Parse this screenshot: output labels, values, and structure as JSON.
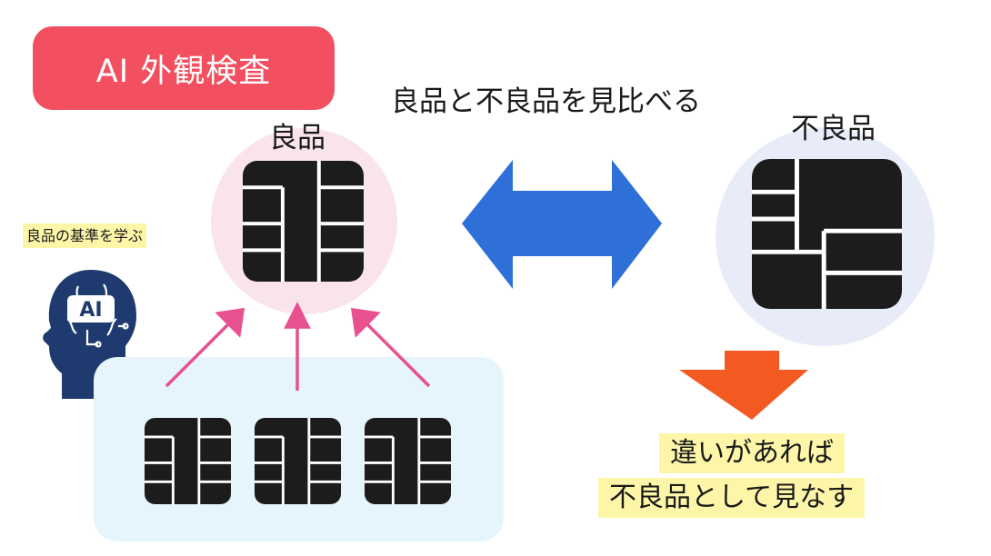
{
  "title": "AI 外観検査",
  "compare_caption": "良品と不良品を見比べる",
  "good_label": "良品",
  "bad_label": "不良品",
  "learn_note": "良品の基準を学ぶ",
  "ai_head_label": "AI",
  "conclusion": {
    "line1": "違いがあれば",
    "line2": "不良品として見なす"
  },
  "colors": {
    "title_badge": "#f25060",
    "good_circle": "#fae4ec",
    "bad_circle": "#e8ecf8",
    "samples_panel": "#e6f4fc",
    "learning_arrows": "#e8508f",
    "compare_arrow": "#2e6fd8",
    "result_arrow": "#f25a22",
    "chip": "#1c1c1c",
    "ai_head": "#1f3a6e",
    "highlight": "#fdf6a8"
  },
  "icons": {
    "ai_head": "ai-head-icon",
    "compare_arrow": "double-arrow-icon",
    "result_arrow": "down-arrow-icon"
  }
}
